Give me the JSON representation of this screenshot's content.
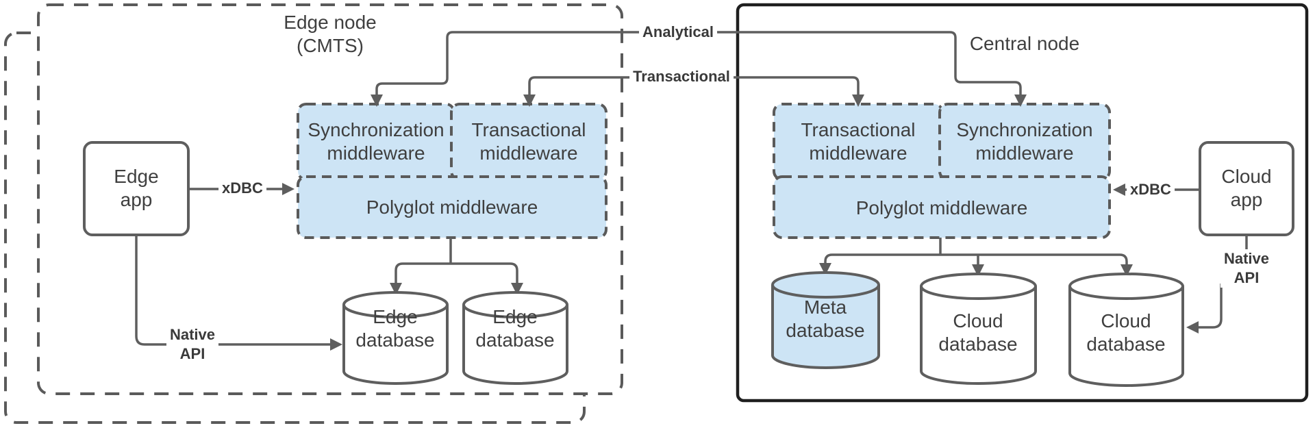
{
  "edge_node": {
    "title": "Edge node\n(CMTS)",
    "app": "Edge\napp",
    "sync_mw": "Synchronization\nmiddleware",
    "trans_mw": "Transactional\nmiddleware",
    "polyglot_mw": "Polyglot middleware",
    "db1": "Edge\ndatabase",
    "db2": "Edge\ndatabase"
  },
  "central_node": {
    "title": "Central node",
    "trans_mw": "Transactional\nmiddleware",
    "sync_mw": "Synchronization\nmiddleware",
    "polyglot_mw": "Polyglot middleware",
    "meta_db": "Meta\ndatabase",
    "db1": "Cloud\ndatabase",
    "db2": "Cloud\ndatabase",
    "app": "Cloud\napp"
  },
  "connectors": {
    "analytical": "Analytical",
    "transactional": "Transactional",
    "xdbc_left": "xDBC",
    "xdbc_right": "xDBC",
    "native_api_left": "Native\nAPI",
    "native_api_right": "Native\nAPI"
  },
  "colors": {
    "node_highlight_fill": "#cde4f5",
    "connector_line": "#5e5e5e",
    "text": "#3f3f3f",
    "dashed_border": "#5a5a5a",
    "central_node_border": "#1f1f1f"
  }
}
